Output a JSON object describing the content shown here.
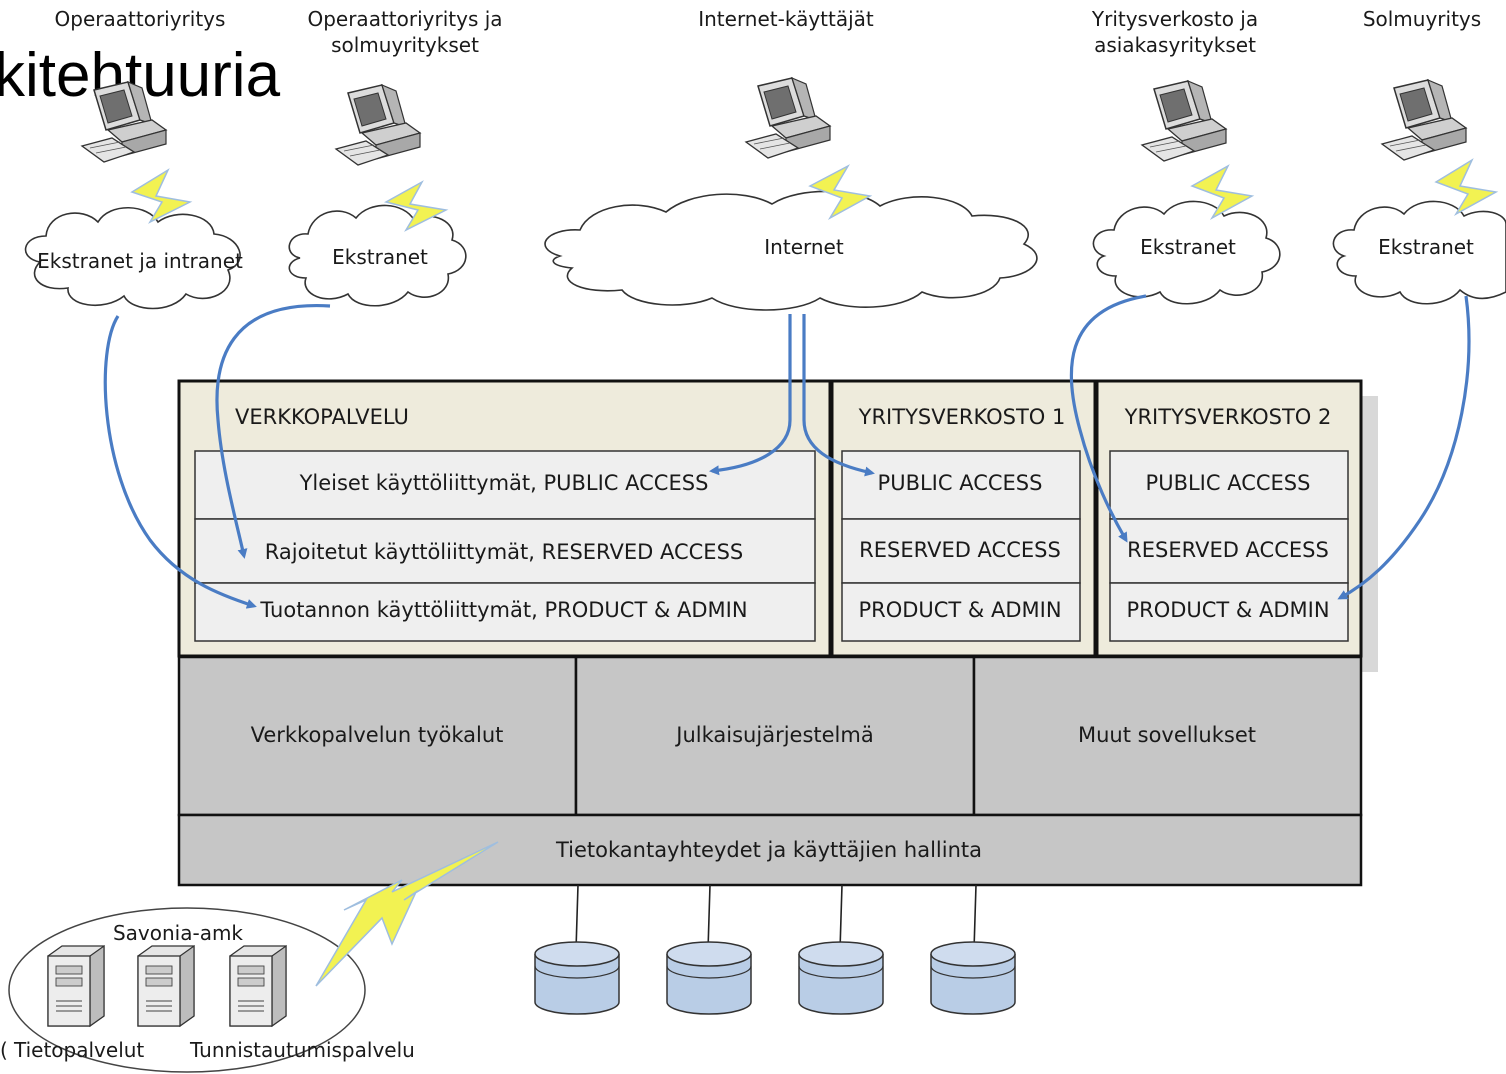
{
  "slide_title": "kitehtuuria",
  "users": {
    "operaattoriyritys": "Operaattoriyritys",
    "operaattori_ja_solmu": [
      "Operaattoriyritys ja",
      "solmuyritykset"
    ],
    "internet_users": "Internet-käyttäjät",
    "yritysverkosto_asiakas": [
      "Yritysverkosto ja",
      "asiakasyritykset"
    ],
    "solmuyritys": "Solmuyritys"
  },
  "clouds": {
    "ekstranet_intranet": "Ekstranet ja intranet",
    "ekstranet_1": "Ekstranet",
    "internet": "Internet",
    "ekstranet_2": "Ekstranet",
    "ekstranet_3": "Ekstranet"
  },
  "verkkopalvelu": {
    "title": "VERKKOPALVELU",
    "rows": [
      "Yleiset käyttöliittymät, PUBLIC ACCESS",
      "Rajoitetut käyttöliittymät, RESERVED ACCESS",
      "Tuotannon käyttöliittymät, PRODUCT & ADMIN"
    ]
  },
  "yritysverkosto1": {
    "title": "YRITYSVERKOSTO 1",
    "rows": [
      "PUBLIC ACCESS",
      "RESERVED ACCESS",
      "PRODUCT & ADMIN"
    ]
  },
  "yritysverkosto2": {
    "title": "YRITYSVERKOSTO 2",
    "rows": [
      "PUBLIC ACCESS",
      "RESERVED ACCESS",
      "PRODUCT & ADMIN"
    ]
  },
  "tools": [
    "Verkkopalvelun työkalut",
    "Julkaisujärjestelmä",
    "Muut sovellukset"
  ],
  "db_layer": "Tietokantayhteydet ja käyttäjien hallinta",
  "savonia": {
    "title": "Savonia-amk",
    "left_label": "(",
    "tietopalvelut": "Tietopalvelut",
    "tunnistautumispalvelu": "Tunnistautumispalvelu"
  },
  "colors": {
    "panel_bg": "#eeebdc",
    "row_bg": "#efefef",
    "tools_bg": "#c6c6c6",
    "arrow": "#4a7cc4",
    "db_fill": "#b9cde6"
  }
}
